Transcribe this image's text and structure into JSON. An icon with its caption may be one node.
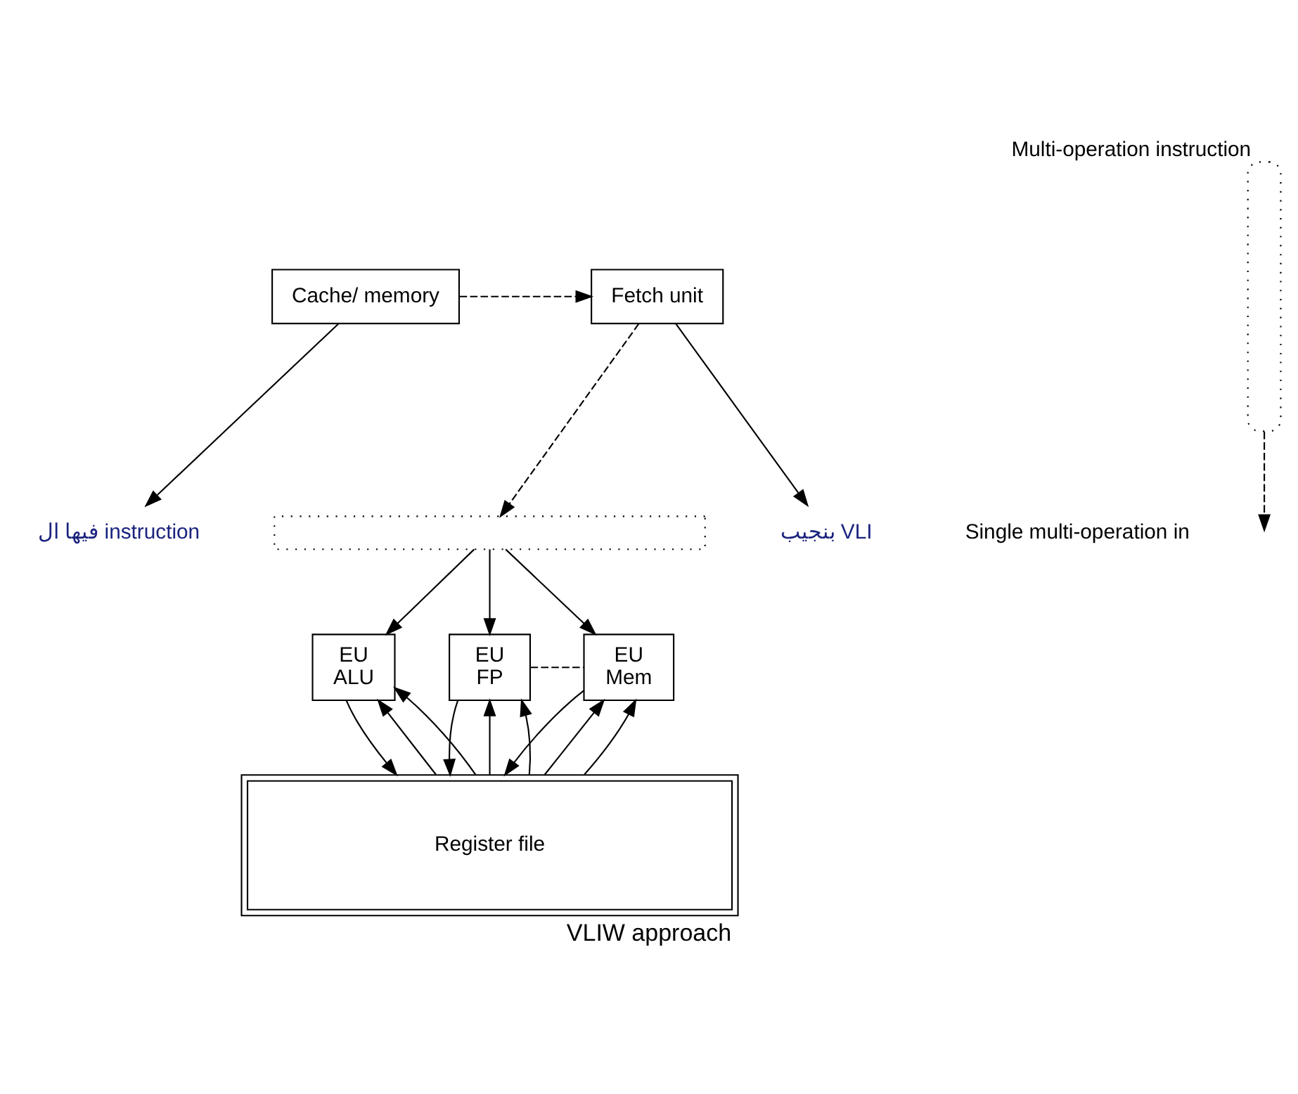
{
  "diagram": {
    "caption": "VLIW approach",
    "nodes": [
      {
        "text": [
          "Cache/ memory"
        ]
      },
      {
        "text": [
          "Fetch unit"
        ]
      },
      {
        "text": [],
        "shape": "box"
      },
      {
        "text": [
          "EU",
          "ALU"
        ]
      },
      {
        "text": [
          "EU",
          "FP"
        ]
      },
      {
        "text": [
          "EU",
          "Mem"
        ]
      },
      {
        "text": [
          "Register file"
        ]
      },
      {
        "text": [],
        "shape": "bar",
        "beside": [
          "Multi-operation instruction"
        ]
      },
      {
        "text": [
          "فيها ال instruction"
        ]
      },
      {
        "text": [
          "بنجيب VLI"
        ]
      }
    ],
    "edges": [
      {
        "from": 0,
        "to": 1,
        "arrow": "to",
        "style": "dashed"
      },
      {
        "from": 1,
        "to": 2,
        "arrow": "to",
        "style": "dashed"
      },
      {
        "from": 2,
        "to": 3,
        "arrow": "to"
      },
      {
        "from": 2,
        "to": 4,
        "arrow": "to"
      },
      {
        "from": 2,
        "to": 5,
        "arrow": "to"
      },
      {
        "from": 4,
        "to": 5,
        "arrow": "none",
        "style": "dashed"
      },
      {
        "from": 6,
        "to": 3,
        "arrow": "to"
      },
      {
        "from": 6,
        "to": 3,
        "arrow": "to"
      },
      {
        "from": 3,
        "to": 6,
        "arrow": "to"
      },
      {
        "from": 6,
        "to": 4,
        "arrow": "to"
      },
      {
        "from": 6,
        "to": 4,
        "arrow": "to"
      },
      {
        "from": 4,
        "to": 6,
        "arrow": "to"
      },
      {
        "from": 6,
        "to": 5,
        "arrow": "to"
      },
      {
        "from": 6,
        "to": 5,
        "arrow": "to"
      },
      {
        "from": 5,
        "to": 6,
        "arrow": "to"
      },
      {
        "from": 7,
        "to": null,
        "arrow": "to",
        "style": "dashed"
      },
      {
        "from": 0,
        "to": 8,
        "arrow": "to"
      },
      {
        "from": 1,
        "to": 9,
        "arrow": "to"
      }
    ],
    "labels": [
      "Single multi-operation in"
    ]
  }
}
